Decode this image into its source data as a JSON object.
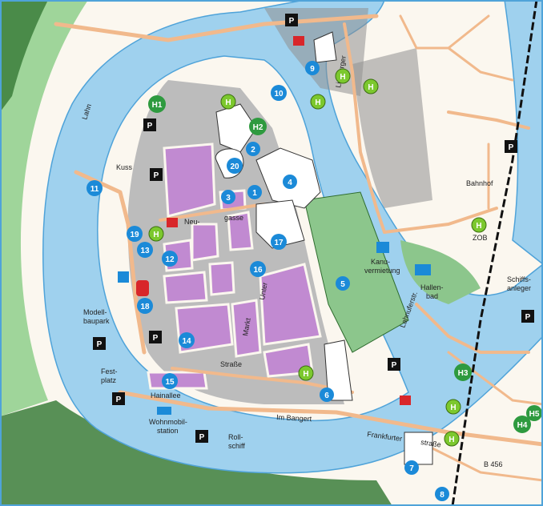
{
  "colors": {
    "water": "#9fd1ee",
    "water_edge": "#4fa3d9",
    "land": "#fbf7ef",
    "green": "#8cc68c",
    "forest": "#3b7e3b",
    "old_town": "#bcbcbc",
    "block": "#c18ad1",
    "road": "#f1b98c",
    "marker_blue": "#1b8ad8",
    "marker_green": "#2e9a3f",
    "bus_stop": "#7cc82e",
    "rail": "#111111"
  },
  "labels": {
    "river": "Lahn",
    "kuss": "Kuss",
    "neu": "Neu-",
    "gasse": "gasse",
    "bahnhof": "Bahnhof",
    "zob": "ZOB",
    "kanustation": "Kanu-",
    "kanustation2": "vermietung",
    "hallenbad": "Hallen-",
    "hallenbad2": "bad",
    "schiffs": "Schiffs-",
    "schiffs2": "anleger",
    "modell": "Modell-",
    "modell2": "baupark",
    "fest": "Fest-",
    "fest2": "platz",
    "wohnmobil": "Wohnmobil-",
    "wohnmobil2": "station",
    "roll": "Roll-",
    "roll2": "schiff",
    "strasse": "Straße",
    "strasse2": "straße",
    "hainallee": "Hainallee",
    "imbangert": "Im Bangert",
    "frankfurter": "Frankfurter",
    "b456": "B 456",
    "lahnuferstrasse": "Lahnuferstr.",
    "limburger": "Limburger",
    "markt": "Markt",
    "unter": "Unter"
  },
  "markers": {
    "m1": "1",
    "m2": "2",
    "m3": "3",
    "m4": "4",
    "m5": "5",
    "m6": "6",
    "m7": "7",
    "m8": "8",
    "m9": "9",
    "m10": "10",
    "m11": "11",
    "m12": "12",
    "m13": "13",
    "m14": "14",
    "m15": "15",
    "m16": "16",
    "m17": "17",
    "m18": "18",
    "m19": "19",
    "m20": "20"
  },
  "stops": {
    "h1": "H1",
    "h2": "H2",
    "h3": "H3",
    "h4": "H4",
    "h5": "H5",
    "h": "H"
  },
  "parking": "P"
}
